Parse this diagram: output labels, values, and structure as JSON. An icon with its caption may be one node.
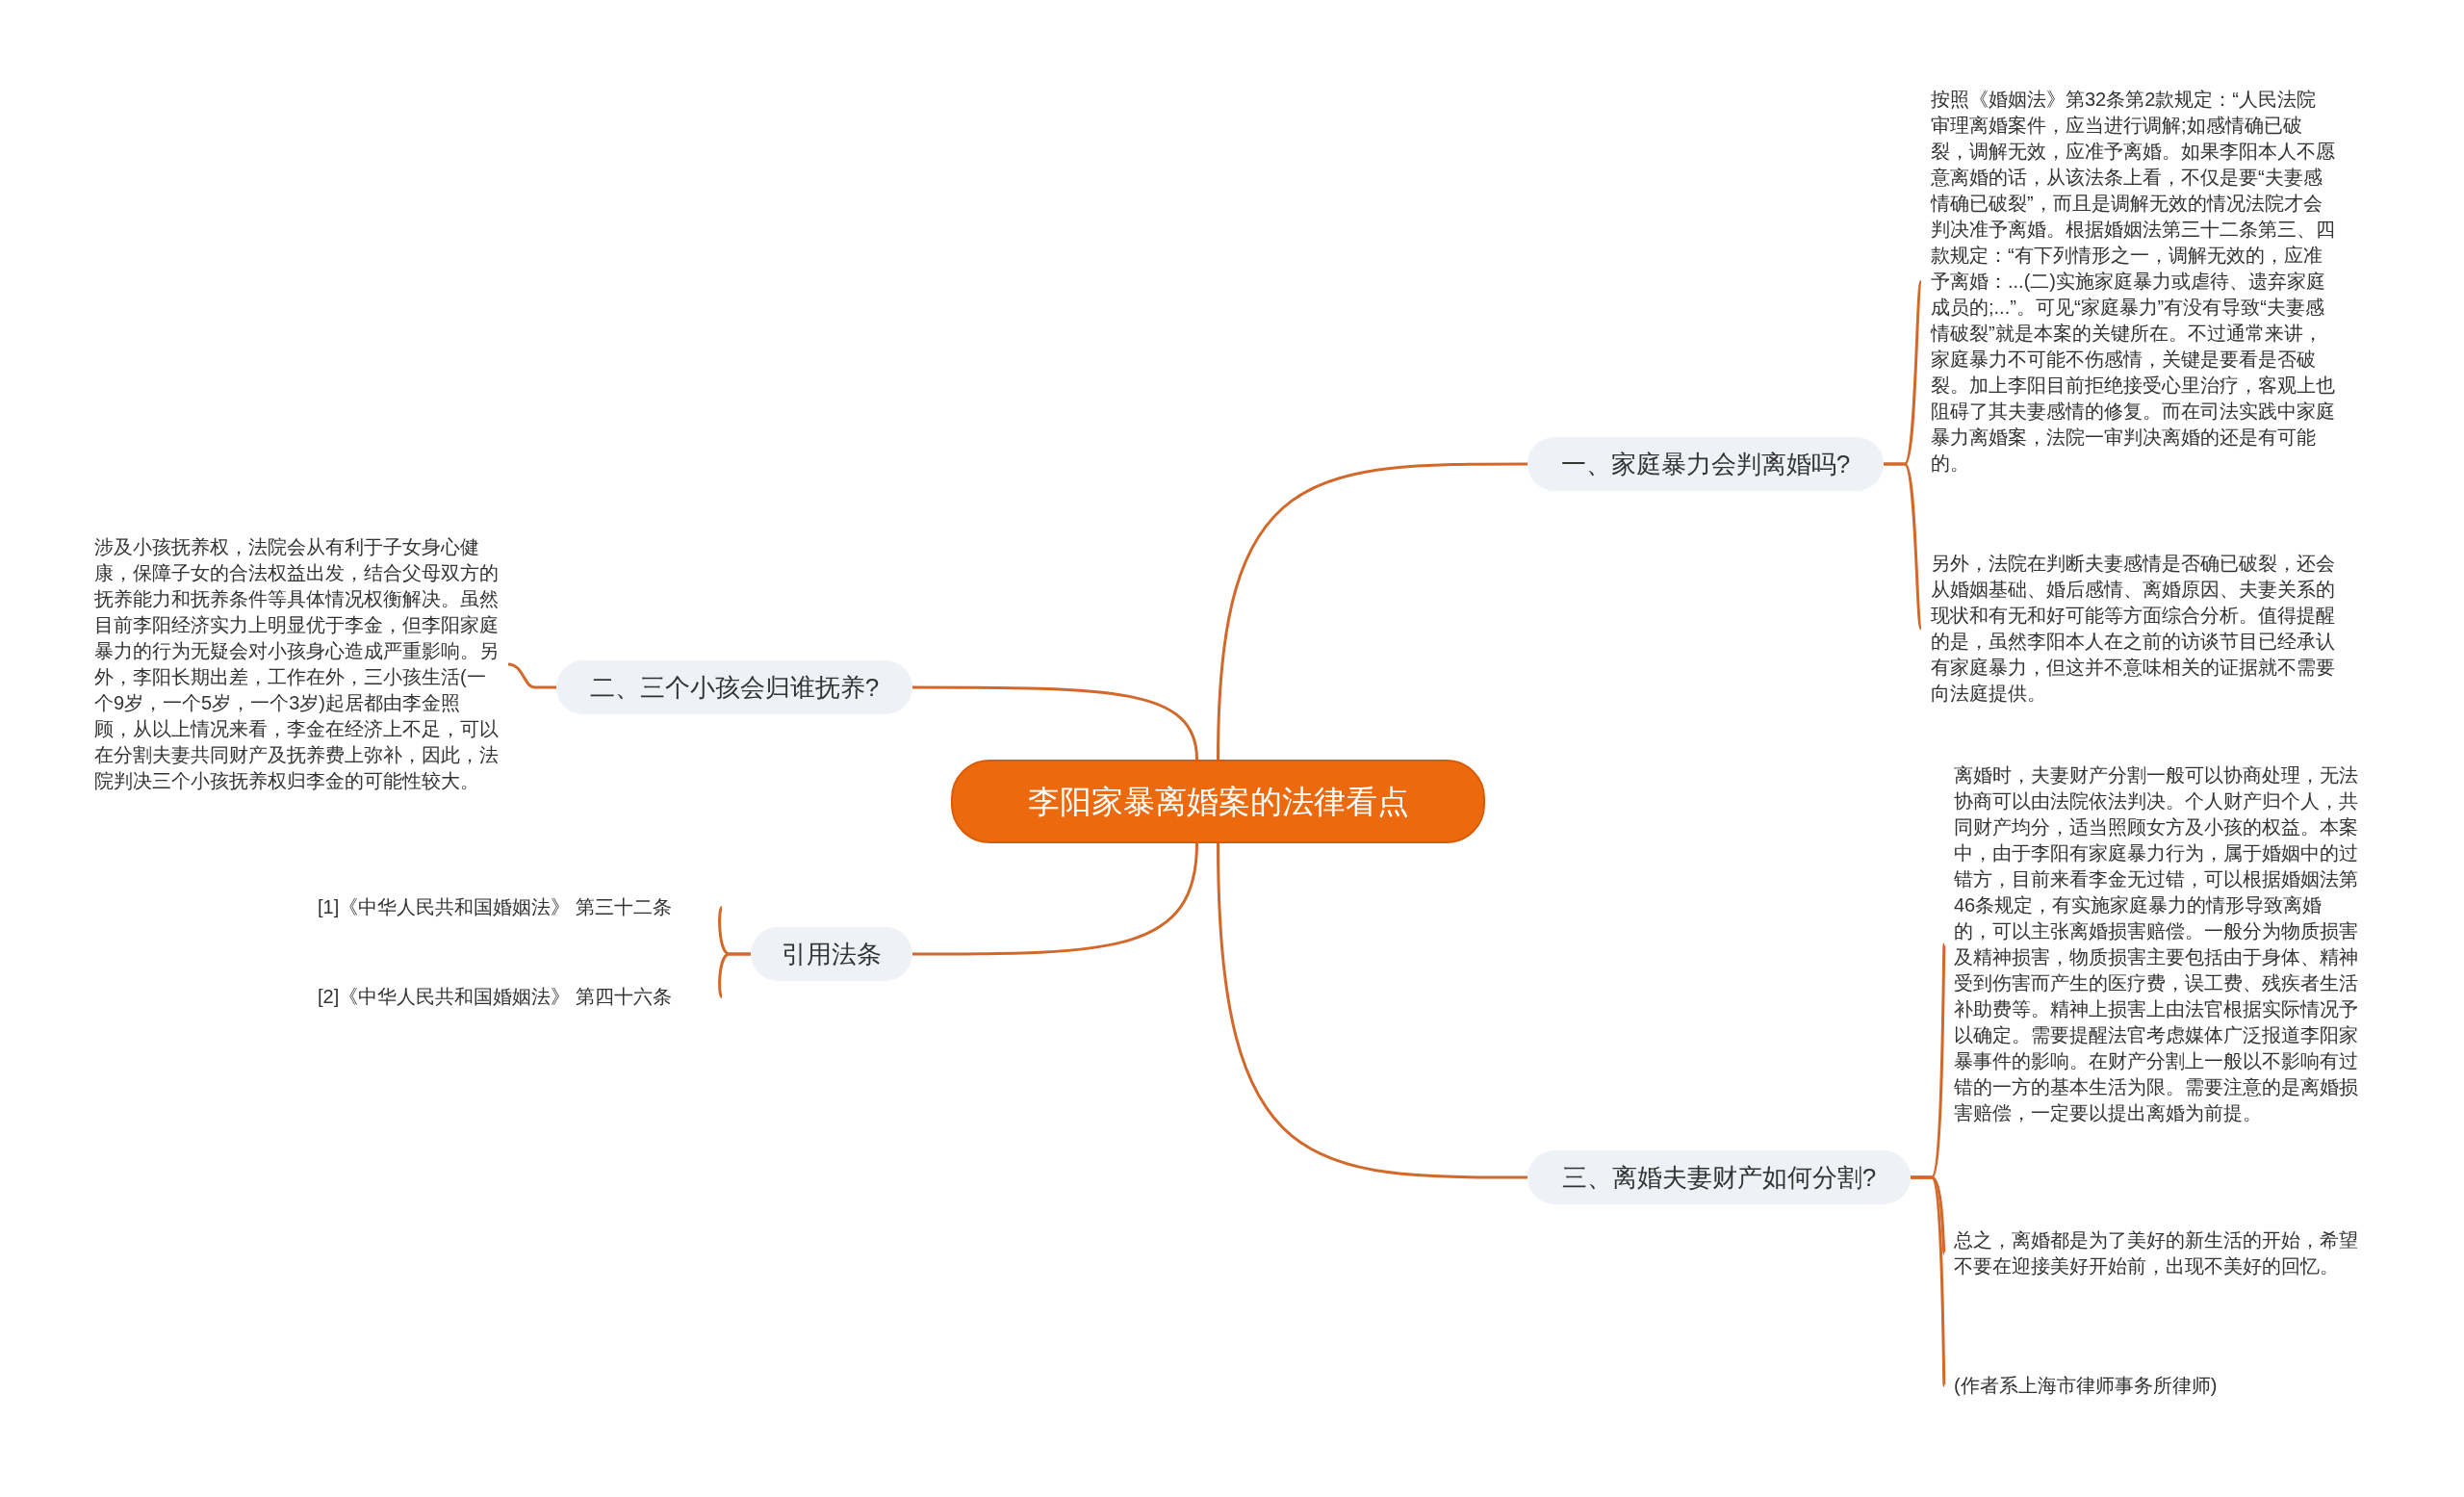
{
  "diagram": {
    "nodes": [
      {
        "text": [
          "李阳家暴离婚案的法律看点"
        ]
      },
      {
        "text": [
          "一、家庭暴力会判离婚吗?"
        ]
      },
      {
        "text": [
          "按照《婚姻法》第32条第2款规定：“人民法院审理离婚案件，应当进行调解;如感情确已破裂，调解无效，应准予离婚。如果李阳本人不愿意离婚的话，从该法条上看，不仅是要“夫妻感情确已破裂”，而且是调解无效的情况法院才会判决准予离婚。根据婚姻法第三十二条第三、四款规定：“有下列情形之一，调解无效的，应准予离婚：...(二)实施家庭暴力或虐待、遗弃家庭成员的;...”。可见“家庭暴力”有没有导致“夫妻感情破裂”就是本案的关键所在。不过通常来讲，家庭暴力不可能不伤感情，关键是要看是否破裂。加上李阳目前拒绝接受心里治疗，客观上也阻碍了其夫妻感情的修复。而在司法实践中家庭暴力离婚案，法院一审判决离婚的还是有可能的。"
        ]
      },
      {
        "text": [
          "另外，法院在判断夫妻感情是否确已破裂，还会从婚姻基础、婚后感情、离婚原因、夫妻关系的现状和有无和好可能等方面综合分析。值得提醒的是，虽然李阳本人在之前的访谈节目已经承认有家庭暴力，但这并不意味相关的证据就不需要向法庭提供。"
        ]
      },
      {
        "text": [
          "二、三个小孩会归谁抚养?"
        ]
      },
      {
        "text": [
          "涉及小孩抚养权，法院会从有利于子女身心健康，保障子女的合法权益出发，结合父母双方的抚养能力和抚养条件等具体情况权衡解决。虽然目前李阳经济实力上明显优于李金，但李阳家庭暴力的行为无疑会对小孩身心造成严重影响。另外，李阳长期出差，工作在外，三小孩生活(一个9岁，一个5岁，一个3岁)起居都由李金照顾，从以上情况来看，李金在经济上不足，可以在分割夫妻共同财产及抚养费上弥补，因此，法院判决三个小孩抚养权归李金的可能性较大。"
        ]
      },
      {
        "text": [
          "引用法条"
        ]
      },
      {
        "text": [
          "[1]《中华人民共和国婚姻法》 第三十二条"
        ]
      },
      {
        "text": [
          "[2]《中华人民共和国婚姻法》 第四十六条"
        ]
      },
      {
        "text": [
          "三、离婚夫妻财产如何分割?"
        ]
      },
      {
        "text": [
          "离婚时，夫妻财产分割一般可以协商处理，无法协商可以由法院依法判决。个人财产归个人，共同财产均分，适当照顾女方及小孩的权益。本案中，由于李阳有家庭暴力行为，属于婚姻中的过错方，目前来看李金无过错，可以根据婚姻法第46条规定，有实施家庭暴力的情形导致离婚的，可以主张离婚损害赔偿。一般分为物质损害及精神损害，物质损害主要包括由于身体、精神受到伤害而产生的医疗费，误工费、残疾者生活补助费等。精神上损害上由法官根据实际情况予以确定。需要提醒法官考虑媒体广泛报道李阳家暴事件的影响。在财产分割上一般以不影响有过错的一方的基本生活为限。需要注意的是离婚损害赔偿，一定要以提出离婚为前提。"
        ]
      },
      {
        "text": [
          "总之，离婚都是为了美好的新生活的开始，希望不要在迎接美好开始前，出现不美好的回忆。"
        ]
      },
      {
        "text": [
          "(作者系上海市律师事务所律师)"
        ]
      }
    ],
    "edges": [
      {
        "from": 0,
        "to": 1,
        "arrow": "none"
      },
      {
        "from": 1,
        "to": 2,
        "arrow": "none"
      },
      {
        "from": 1,
        "to": 3,
        "arrow": "none"
      },
      {
        "from": 0,
        "to": 4,
        "arrow": "none"
      },
      {
        "from": 4,
        "to": 5,
        "arrow": "none"
      },
      {
        "from": 0,
        "to": 6,
        "arrow": "none"
      },
      {
        "from": 6,
        "to": 7,
        "arrow": "none"
      },
      {
        "from": 6,
        "to": 8,
        "arrow": "none"
      },
      {
        "from": 0,
        "to": 9,
        "arrow": "none"
      },
      {
        "from": 9,
        "to": 10,
        "arrow": "none"
      },
      {
        "from": 9,
        "to": 11,
        "arrow": "none"
      },
      {
        "from": 9,
        "to": 12,
        "arrow": "none"
      }
    ]
  }
}
